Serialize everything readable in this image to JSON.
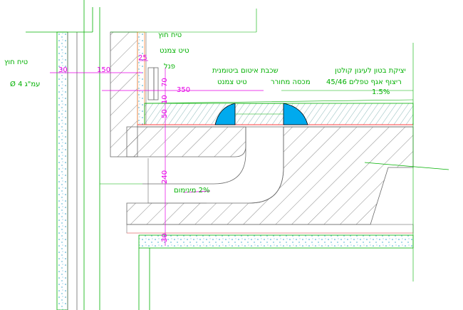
{
  "labels": {
    "plaster_left": "טיח חוץ",
    "anchor": "עמ\"ג 4 Ø",
    "plaster_top": "טיח חוץ",
    "cement_top": "טיט צמנט",
    "flashing": "פנל",
    "bitumen": "שכבת איטום ביטומנית",
    "cement_mid": "טיט צמנט",
    "grate": "מכסה מחורר",
    "drain_pipe": "יציקת בטון לעיגון קולטן",
    "drain_spec": "ריצוף אגף טפלים 45/46",
    "slope_top": "1.5%",
    "slope_pipe": "2% מינימום"
  },
  "dims": {
    "d30_left": "30",
    "d150": "150",
    "d25": "25",
    "d70": "70",
    "d10": "10",
    "d350": "350",
    "d50": "50",
    "d240": "240",
    "d30_bottom": "30"
  },
  "colors": {
    "concrete_outline": "#00b000",
    "dimension": "#e600e6",
    "drain": "#00aaee",
    "hatch": "#5a5a5a",
    "screed": "#3c7a7a",
    "plaster_dots": "#2aa0c8",
    "membrane": "#ff3c3c"
  }
}
